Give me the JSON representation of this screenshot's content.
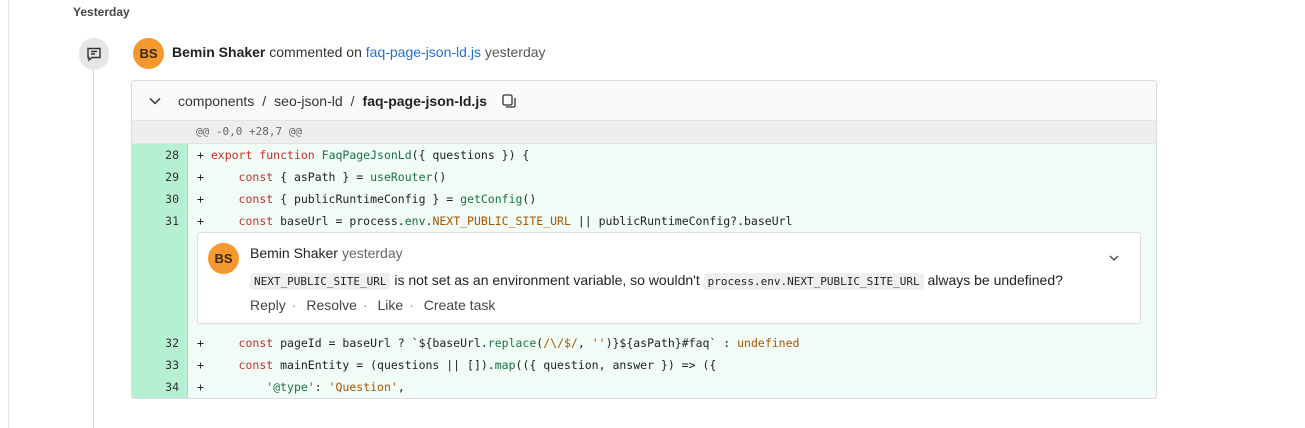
{
  "day_label": "Yesterday",
  "event": {
    "avatar_initials": "BS",
    "author": "Bemin Shaker",
    "action": "commented on",
    "file_link": "faq-page-json-ld.js",
    "time": "yesterday"
  },
  "diff": {
    "path": [
      "components",
      "seo-json-ld",
      "faq-page-json-ld.js"
    ],
    "hunk": "@@ -0,0 +28,7 @@",
    "lines_before": [
      {
        "n": "28",
        "tokens": [
          [
            "+ ",
            ""
          ],
          [
            "export function ",
            "kw"
          ],
          [
            "FaqPageJsonLd",
            "fn"
          ],
          [
            "({ questions }) {",
            ""
          ]
        ]
      },
      {
        "n": "29",
        "tokens": [
          [
            "+     ",
            ""
          ],
          [
            "const ",
            "kw"
          ],
          [
            "{ asPath } = ",
            ""
          ],
          [
            "useRouter",
            "fn"
          ],
          [
            "()",
            ""
          ]
        ]
      },
      {
        "n": "30",
        "tokens": [
          [
            "+     ",
            ""
          ],
          [
            "const ",
            "kw"
          ],
          [
            "{ publicRuntimeConfig } = ",
            ""
          ],
          [
            "getConfig",
            "fn"
          ],
          [
            "()",
            ""
          ]
        ]
      },
      {
        "n": "31",
        "tokens": [
          [
            "+     ",
            ""
          ],
          [
            "const ",
            "kw"
          ],
          [
            "baseUrl = process.",
            ""
          ],
          [
            "env",
            "fn"
          ],
          [
            ".",
            ""
          ],
          [
            "NEXT_PUBLIC_SITE_URL",
            "or"
          ],
          [
            " || publicRuntimeConfig?.baseUrl",
            ""
          ]
        ]
      }
    ],
    "lines_after": [
      {
        "n": "32",
        "tokens": [
          [
            "+     ",
            ""
          ],
          [
            "const ",
            "kw"
          ],
          [
            "pageId = baseUrl ? `${baseUrl.",
            ""
          ],
          [
            "replace",
            "fn"
          ],
          [
            "(",
            ""
          ],
          [
            "/\\/$/",
            "st"
          ],
          [
            ", ",
            ""
          ],
          [
            "''",
            "st"
          ],
          [
            ")}${asPath}#faq` : ",
            ""
          ],
          [
            "undefined",
            "or"
          ]
        ]
      },
      {
        "n": "33",
        "tokens": [
          [
            "+     ",
            ""
          ],
          [
            "const ",
            "kw"
          ],
          [
            "mainEntity = (questions || []).",
            ""
          ],
          [
            "map",
            "fn"
          ],
          [
            "(({ question, answer }) => ({",
            ""
          ]
        ]
      },
      {
        "n": "34",
        "tokens": [
          [
            "+         ",
            ""
          ],
          [
            "'@type'",
            "fn"
          ],
          [
            ": ",
            ""
          ],
          [
            "'Question'",
            "st"
          ],
          [
            ",",
            ""
          ]
        ]
      }
    ]
  },
  "comment": {
    "avatar_initials": "BS",
    "author": "Bemin Shaker",
    "time": "yesterday",
    "code1": "NEXT_PUBLIC_SITE_URL",
    "text1": " is not set as an environment variable, so wouldn't ",
    "code2": "process.env.NEXT_PUBLIC_SITE_URL",
    "text2": " always be undefined?",
    "actions": [
      "Reply",
      "Resolve",
      "Like",
      "Create task"
    ]
  },
  "colors": {
    "avatar": "#f5992f",
    "link": "#1f6fd6",
    "added_bg": "#f0fcf5",
    "added_gutter": "#b6f0d3"
  }
}
